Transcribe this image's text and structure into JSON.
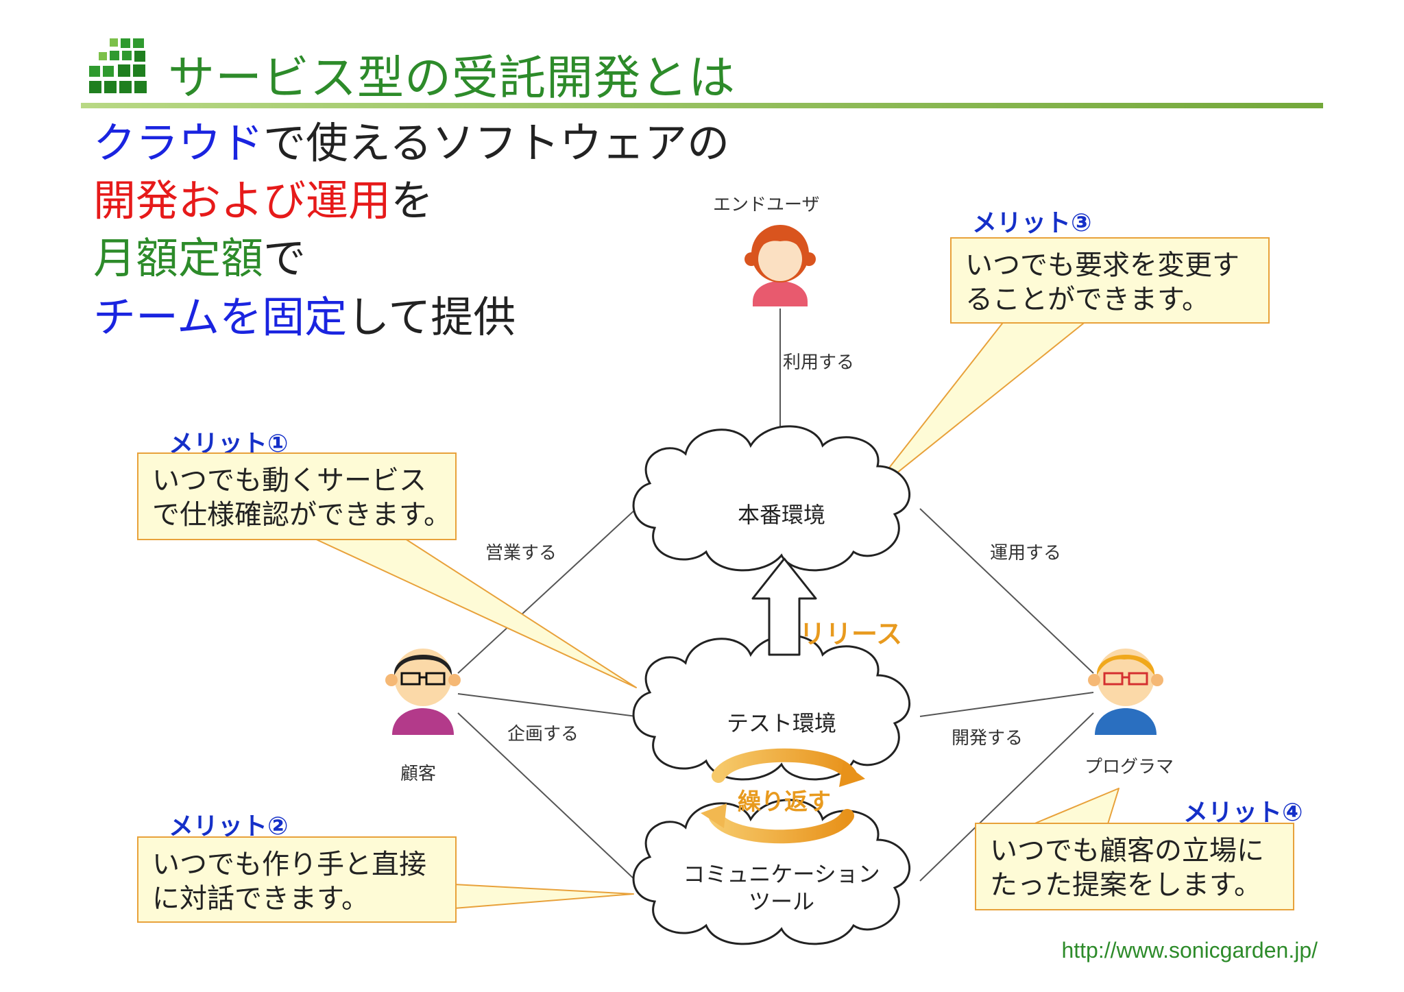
{
  "title": "サービス型の受託開発とは",
  "headline": {
    "line1": {
      "a": "クラウド",
      "b": "で使えるソフトウェアの"
    },
    "line2": {
      "a": "開発および運用",
      "b": "を"
    },
    "line3": {
      "a": "月額定額",
      "b": "で"
    },
    "line4": {
      "a": "チームを固定",
      "b": "して提供"
    }
  },
  "actors": {
    "end_user": "エンドユーザ",
    "customer": "顧客",
    "programmer": "プログラマ"
  },
  "clouds": {
    "production": "本番環境",
    "test": "テスト環境",
    "comm_line1": "コミュニケーション",
    "comm_line2": "ツール"
  },
  "edges": {
    "use": "利用する",
    "sales": "営業する",
    "operate": "運用する",
    "plan": "企画する",
    "develop": "開発する"
  },
  "release_label": "リリース",
  "repeat_label": "繰り返す",
  "merits": [
    {
      "label": "メリット①",
      "line1": "いつでも動くサービス",
      "line2": "で仕様確認ができます。"
    },
    {
      "label": "メリット②",
      "line1": "いつでも作り手と直接",
      "line2": "に対話できます。"
    },
    {
      "label": "メリット③",
      "line1": "いつでも要求を変更す",
      "line2": "ることができます。"
    },
    {
      "label": "メリット④",
      "line1": "いつでも顧客の立場に",
      "line2": "たった提案をします。"
    }
  ],
  "url": "http://www.sonicgarden.jp/",
  "colors": {
    "title_green": "#2d8b2a",
    "blue": "#1a24e0",
    "red": "#e61a1a",
    "callout_fill": "#fefbd6",
    "callout_border": "#e8a13a",
    "orange": "#e89a1e"
  },
  "icons": {
    "logo": "green-square-grid-icon",
    "end_user": "woman-avatar-icon",
    "customer": "man-with-glasses-avatar-icon",
    "programmer": "programmer-with-glasses-avatar-icon"
  }
}
